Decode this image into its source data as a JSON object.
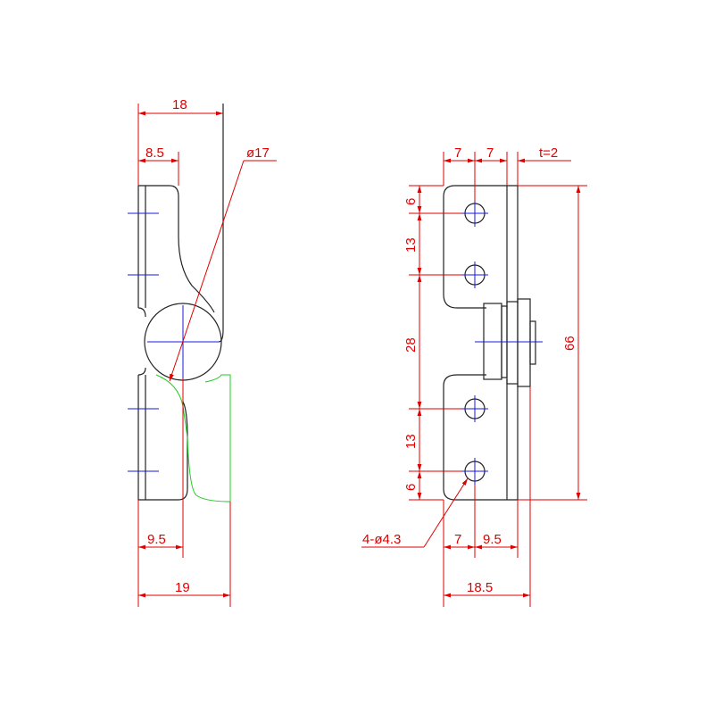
{
  "drawing": {
    "colors": {
      "outline": "#222222",
      "dimension": "#e00000",
      "centerline": "#1a1ae0",
      "hidden_part": "#22cc22"
    },
    "side_view": {
      "dim_top_width": "18",
      "dim_offset": "8.5",
      "dim_diameter": "ø17",
      "dim_bottom_offset": "9.5",
      "dim_bottom_width": "19"
    },
    "front_view": {
      "dim_left_seg": "7",
      "dim_mid_seg": "7",
      "dim_thickness": "t=2",
      "dim_v1": "6",
      "dim_v2": "13",
      "dim_v3": "28",
      "dim_v4": "13",
      "dim_v5": "6",
      "dim_total_height": "66",
      "dim_holes": "4-ø4.3",
      "dim_bot_seg1": "7",
      "dim_bot_seg2": "9.5",
      "dim_bot_total": "18.5"
    }
  }
}
